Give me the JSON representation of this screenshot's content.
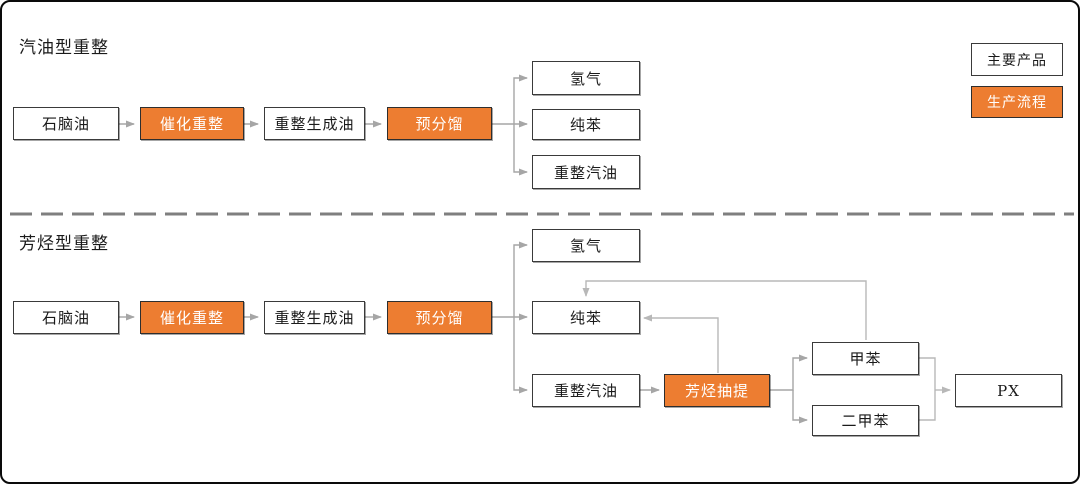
{
  "legend": {
    "main_product_label": "主要产品",
    "process_label": "生产流程"
  },
  "sections": {
    "gasoline": {
      "title": "汽油型重整",
      "nodes": {
        "naphtha": "石脑油",
        "catalytic_reforming": "催化重整",
        "reformate": "重整生成油",
        "prefractionation": "预分馏",
        "hydrogen": "氢气",
        "benzene": "纯苯",
        "reformed_gasoline": "重整汽油"
      }
    },
    "aromatics": {
      "title": "芳烃型重整",
      "nodes": {
        "naphtha": "石脑油",
        "catalytic_reforming": "催化重整",
        "reformate": "重整生成油",
        "prefractionation": "预分馏",
        "hydrogen": "氢气",
        "benzene": "纯苯",
        "reformed_gasoline": "重整汽油",
        "aromatics_extraction": "芳烃抽提",
        "toluene": "甲苯",
        "xylene": "二甲苯",
        "px": "PX"
      }
    }
  },
  "colors": {
    "process_fill": "#ED7D31",
    "product_fill": "#FFFFFF",
    "box_border": "#3A3A3A",
    "connector": "#A6A6A6",
    "feedback_connector": "#B8B8B8",
    "divider": "#7F7F7F",
    "text": "#1A1A1A"
  }
}
